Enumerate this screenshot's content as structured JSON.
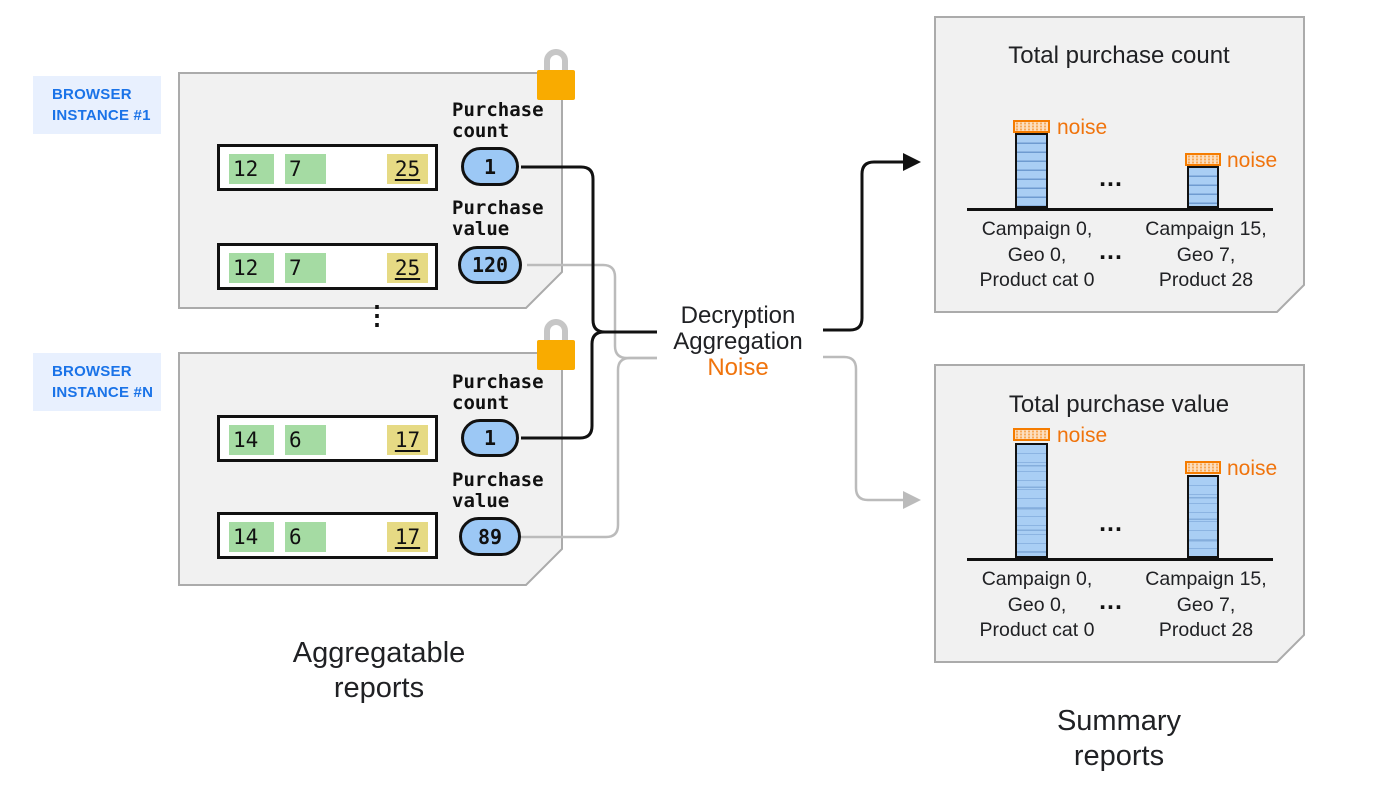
{
  "colors": {
    "accent_blue": "#1A73E8",
    "badge_bg": "#E8F0FE",
    "panel_bg": "#F1F1F1",
    "oval_blue": "#9CC8F5",
    "bar_blue": "#A9CEF4",
    "green_cell": "#A5DBA3",
    "yellow_cell": "#E6DA84",
    "noise_orange": "#F0740D",
    "noise_border": "#F57C00",
    "lock_orange": "#F9AB00",
    "gray_connector": "#BBBBBB"
  },
  "browser_instances": [
    {
      "badge_line1": "BROWSER",
      "badge_line2": "INSTANCE #1",
      "count_label_line1": "Purchase",
      "count_label_line2": "count",
      "count_value": "1",
      "value_label_line1": "Purchase",
      "value_label_line2": "value",
      "value_value": "120",
      "rows": [
        {
          "cells": [
            "12",
            "7",
            "25"
          ]
        },
        {
          "cells": [
            "12",
            "7",
            "25"
          ]
        }
      ]
    },
    {
      "badge_line1": "BROWSER",
      "badge_line2": "INSTANCE #N",
      "count_label_line1": "Purchase",
      "count_label_line2": "count",
      "count_value": "1",
      "value_label_line1": "Purchase",
      "value_label_line2": "value",
      "value_value": "89",
      "rows": [
        {
          "cells": [
            "14",
            "6",
            "17"
          ]
        },
        {
          "cells": [
            "14",
            "6",
            "17"
          ]
        }
      ]
    }
  ],
  "between_panels_ellipsis": "⋮",
  "process_lines": [
    "Decryption",
    "Aggregation",
    "Noise"
  ],
  "aggregatable_caption_line1": "Aggregatable",
  "aggregatable_caption_line2": "reports",
  "summary_caption_line1": "Summary",
  "summary_caption_line2": "reports",
  "charts": [
    {
      "title": "Total purchase count",
      "noise_labels": [
        "noise",
        "noise"
      ],
      "relative_bar_heights": [
        0.75,
        0.42
      ],
      "bars_ellipsis": "...",
      "category_ellipsis": "...",
      "categories": [
        [
          "Campaign 0,",
          "Geo 0,",
          "Product cat 0"
        ],
        [
          "Campaign 15,",
          "Geo 7,",
          "Product 28"
        ]
      ]
    },
    {
      "title": "Total purchase value",
      "noise_labels": [
        "noise",
        "noise"
      ],
      "relative_bar_heights": [
        1.0,
        0.72
      ],
      "bars_ellipsis": "...",
      "category_ellipsis": "...",
      "categories": [
        [
          "Campaign 0,",
          "Geo 0,",
          "Product cat 0"
        ],
        [
          "Campaign 15,",
          "Geo 7,",
          "Product 28"
        ]
      ]
    }
  ]
}
